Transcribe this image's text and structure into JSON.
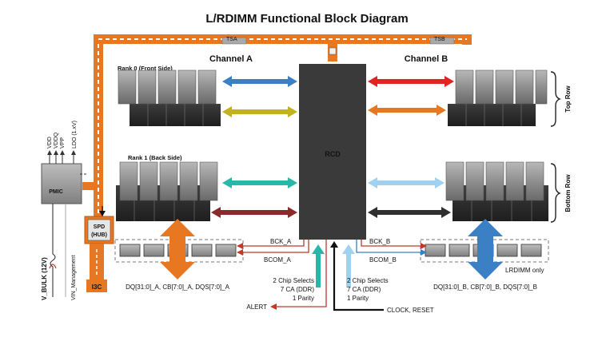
{
  "title": "L/RDIMM Functional Block Diagram",
  "channels": {
    "a": "Channel A",
    "b": "Channel B"
  },
  "ranks": {
    "front": "Rank 0 (Front Side)",
    "back": "Rank 1 (Back Side)"
  },
  "rows": {
    "top": "Top Row",
    "bottom": "Bottom Row"
  },
  "rcd": "RCD",
  "pmic": "PMIC",
  "spd_hub": {
    "line1": "SPD",
    "line2": "(HUB)"
  },
  "i3c": "I3C",
  "tsa": "TSA",
  "tsb": "TSB",
  "rails": {
    "vdd": "VDD",
    "vddq": "VDDQ",
    "vpp": "VPP",
    "ldo": "LDO (1.xV)"
  },
  "v_bulk": "V_BULK (12V)",
  "vin_mgmt": "VIN_Management",
  "bck_a": "BCK_A",
  "bcom_a": "BCOM_A",
  "bck_b": "BCK_B",
  "bcom_b": "BCOM_B",
  "ctrl_a": {
    "l1": "2 Chip Selects",
    "l2": "7 CA (DDR)",
    "l3": "1 Parity"
  },
  "ctrl_b": {
    "l1": "2 Chip Selects",
    "l2": "7 CA (DDR)",
    "l3": "1 Parity"
  },
  "alert": "ALERT",
  "clock_reset": "CLOCK, RESET",
  "dq_a": "DQ[31:0]_A, CB[7:0]_A, DQS[7:0]_A",
  "dq_b": "DQ[31:0]_B, CB[7:0]_B, DQS[7:0]_B",
  "lrdimm_only": "LRDIMM only",
  "colors": {
    "orange": "#e87722",
    "blue": "#3b7fc4",
    "teal": "#2ab7a9",
    "olive": "#c2b21e",
    "darkred": "#8b2a2a",
    "red": "#e02424",
    "lightblue": "#9fd2ef",
    "dark": "#2f2f2f",
    "channel_a": "#2ab7c2",
    "channel_b": "#7fb6e0"
  }
}
